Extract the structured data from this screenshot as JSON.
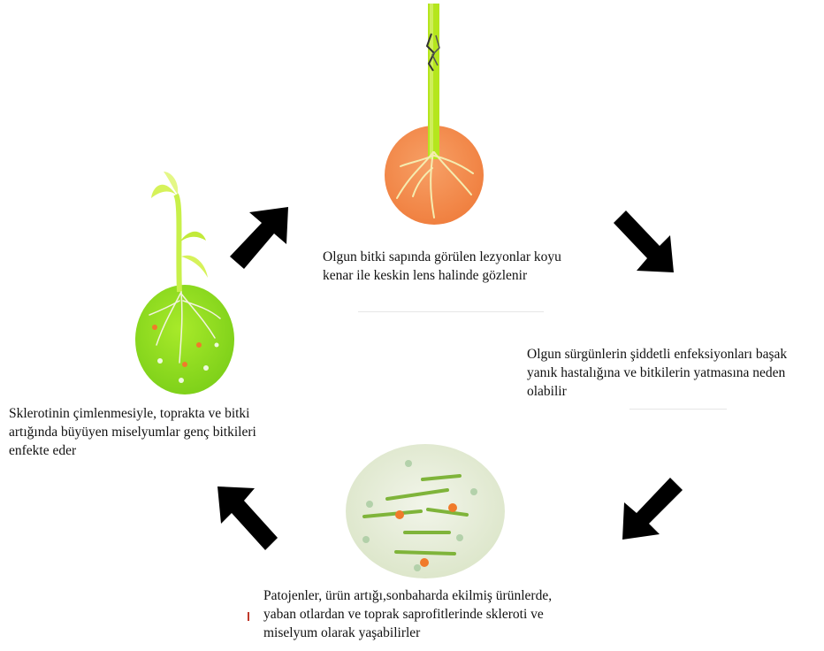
{
  "stages": {
    "mature_plant": {
      "caption_lines": [
        "Olgun bitki sapında görülen lezyonlar koyu",
        "kenar ile keskin lens halinde gözlenir"
      ]
    },
    "severe_infection": {
      "caption_lines": [
        "Olgun sürgünlerin şiddetli enfeksiyonları başak",
        "yanık hastalığına ve bitkilerin yatmasına neden",
        "olabilir"
      ]
    },
    "overwintering": {
      "caption_lines": [
        "Patojenler, ürün artığı,sonbaharda ekilmiş ürünlerde,",
        "yaban otlardan  ve toprak saprofitlerinde skleroti ve",
        "miselyum olarak yaşabilirler"
      ]
    },
    "germination": {
      "caption_lines": [
        "Sklerotinin çimlenmesiyle, toprakta ve bitki",
        "artığında büyüyen miselyumlar genç bitkileri",
        "enfekte eder"
      ]
    }
  },
  "colors": {
    "arrow": "#000000",
    "orange_circle": "#f28a46",
    "stem_green": "#b5e61d",
    "green_circle": "#8fdc1c",
    "soil_circle": "#e9efdc",
    "fragment_green": "#7fb43a",
    "sclerotia_orange": "#f07a2a"
  }
}
